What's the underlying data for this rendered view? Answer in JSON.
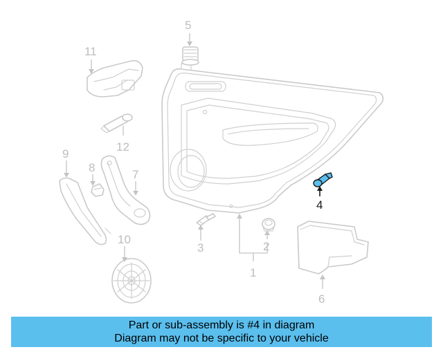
{
  "diagram": {
    "callouts": {
      "p1": "1",
      "p2": "2",
      "p3": "3",
      "p4": "4",
      "p5": "5",
      "p6": "6",
      "p7": "7",
      "p8": "8",
      "p9": "9",
      "p10": "10",
      "p11": "11",
      "p12": "12"
    },
    "highlighted_part": "4",
    "highlight_color": "#5bbfee"
  },
  "banner": {
    "line1": "Part or sub-assembly is #4 in diagram",
    "line2": "Diagram may not be specific to your vehicle",
    "background": "#5bbfee"
  }
}
